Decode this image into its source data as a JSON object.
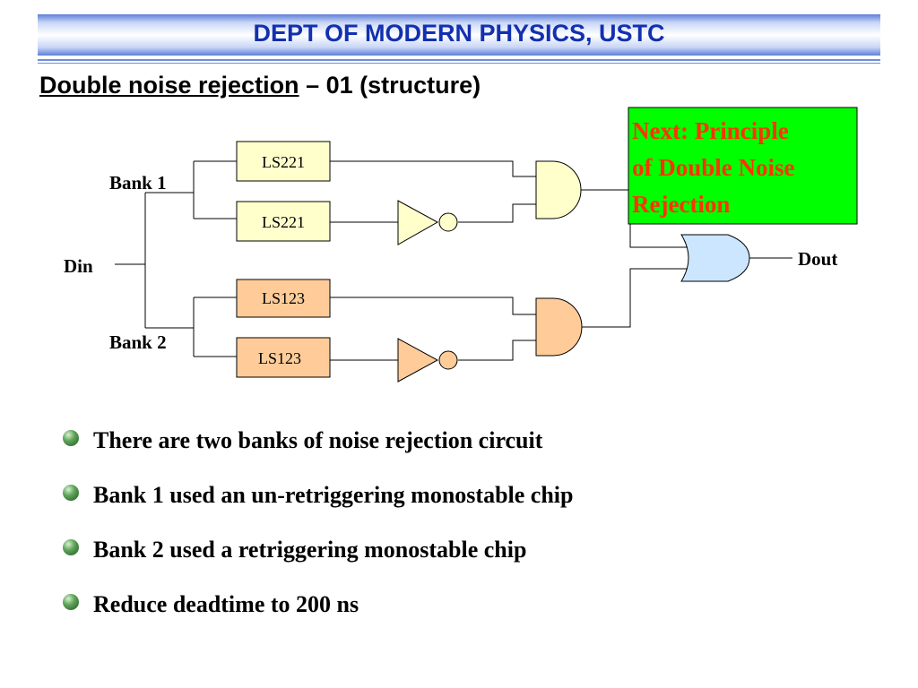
{
  "header": {
    "title": "DEPT OF MODERN PHYSICS, USTC"
  },
  "slide": {
    "title_underlined": "Double noise rejection",
    "title_rest": " – 01 (structure)"
  },
  "diagram": {
    "input_label": "Din",
    "output_label": "Dout",
    "bank1_label": "Bank 1",
    "bank2_label": "Bank 2",
    "bank1_chips": [
      "LS221",
      "LS221"
    ],
    "bank2_chips": [
      "LS123",
      "LS123"
    ],
    "note_lines": [
      "Next: Principle",
      "of Double Noise",
      "Rejection"
    ],
    "colors": {
      "bank1_fill": "#ffffcc",
      "bank2_fill": "#ffcc99",
      "or_gate_fill": "#cce6ff",
      "note_fill": "#00ff00",
      "note_text": "#ff3300"
    }
  },
  "bullets": [
    {
      "text": "There are two banks of noise rejection circuit"
    },
    {
      "text": "Bank 1 used an un-retriggering monostable chip"
    },
    {
      "text": "Bank 2 used a retriggering monostable chip"
    },
    {
      "text": "Reduce deadtime to 200 ns"
    }
  ]
}
